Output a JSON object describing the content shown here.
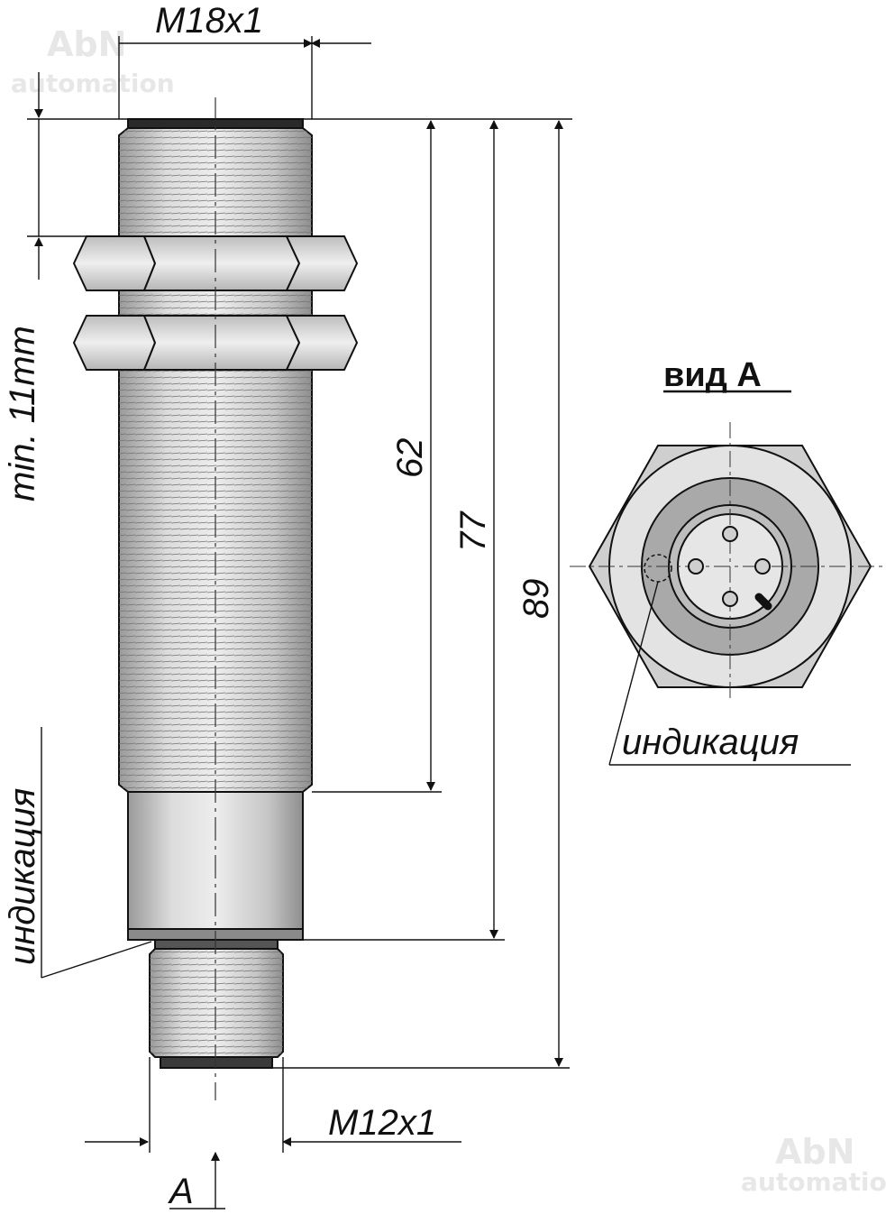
{
  "watermark": {
    "brand": "AbN",
    "sub": "automation"
  },
  "dimensions": {
    "thread_top": "M18x1",
    "thread_bottom": "M12x1",
    "len_62": "62",
    "len_77": "77",
    "len_89": "89",
    "min_thread": "min. 11mm"
  },
  "labels": {
    "indication_side": "индикация",
    "indication_view": "индикация",
    "view_title": "вид А",
    "view_marker": "А"
  },
  "colors": {
    "line": "#111111",
    "metal": "#c9c9c9",
    "nut": "#d4d4d4",
    "ring": "#a9a9a9"
  }
}
